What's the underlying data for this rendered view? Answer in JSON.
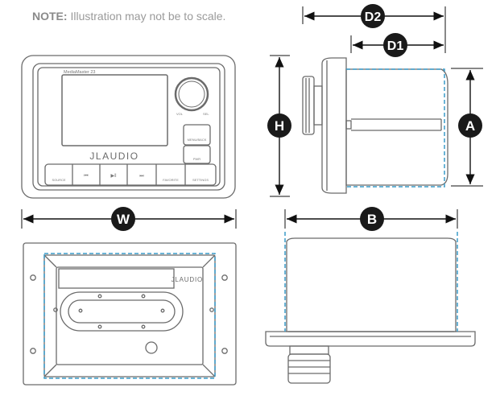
{
  "note": {
    "label": "NOTE:",
    "text": "Illustration may not be to scale."
  },
  "dimensions": {
    "d2": "D2",
    "d1": "D1",
    "h": "H",
    "a": "A",
    "w": "W",
    "b": "B"
  },
  "front_view": {
    "model": "MediaMaster 23",
    "brand_logo": "JLAUDIO",
    "knob_left_label": "VOL",
    "knob_right_label": "SEL",
    "side_buttons": [
      "MENU/BACK",
      "PWR"
    ],
    "bottom_buttons": [
      "SOURCE",
      "⏮",
      "▶‖",
      "⏭",
      "FAVORITE",
      "SETTINGS"
    ]
  },
  "rear_view": {
    "brand_logo": "JLAUDIO"
  },
  "colors": {
    "outline": "#6b6b6b",
    "dimension_line": "#111111",
    "badge_fill": "#1a1a1a",
    "badge_text": "#ffffff",
    "dashed_accent": "#3a9bc9",
    "note_text": "#9a9a9a"
  }
}
